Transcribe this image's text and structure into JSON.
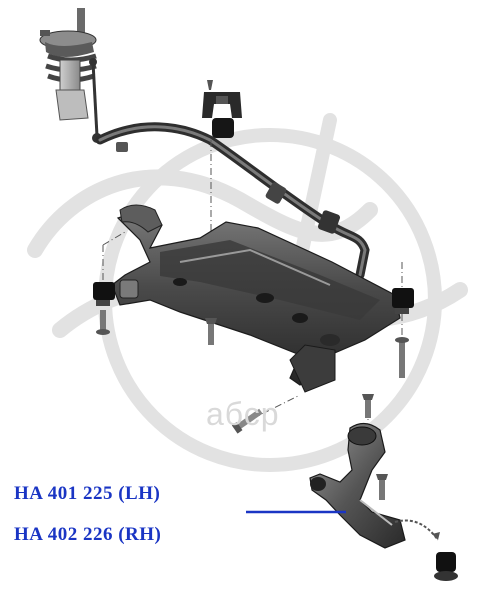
{
  "watermark": {
    "text": "aбсp",
    "color": "#d9d9d9"
  },
  "labels": [
    {
      "code": "HA 401 225 (LH)"
    },
    {
      "code": "HA 402 226 (RH)"
    }
  ],
  "colors": {
    "label_text": "#1a35c4",
    "leader_line": "#1a35c4",
    "part_fill": "#4a4a4a",
    "part_dark": "#202020",
    "part_light": "#8a8a8a",
    "bushing": "#111111"
  }
}
